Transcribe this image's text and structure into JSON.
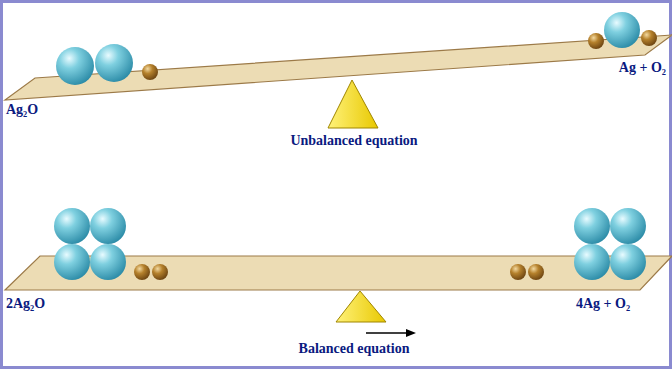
{
  "diagram": {
    "labels": [
      "Ag₂O",
      "Ag + O₂",
      "Unbalanced equation",
      "2Ag₂O",
      "4Ag + O₂",
      "Balanced equation"
    ]
  }
}
